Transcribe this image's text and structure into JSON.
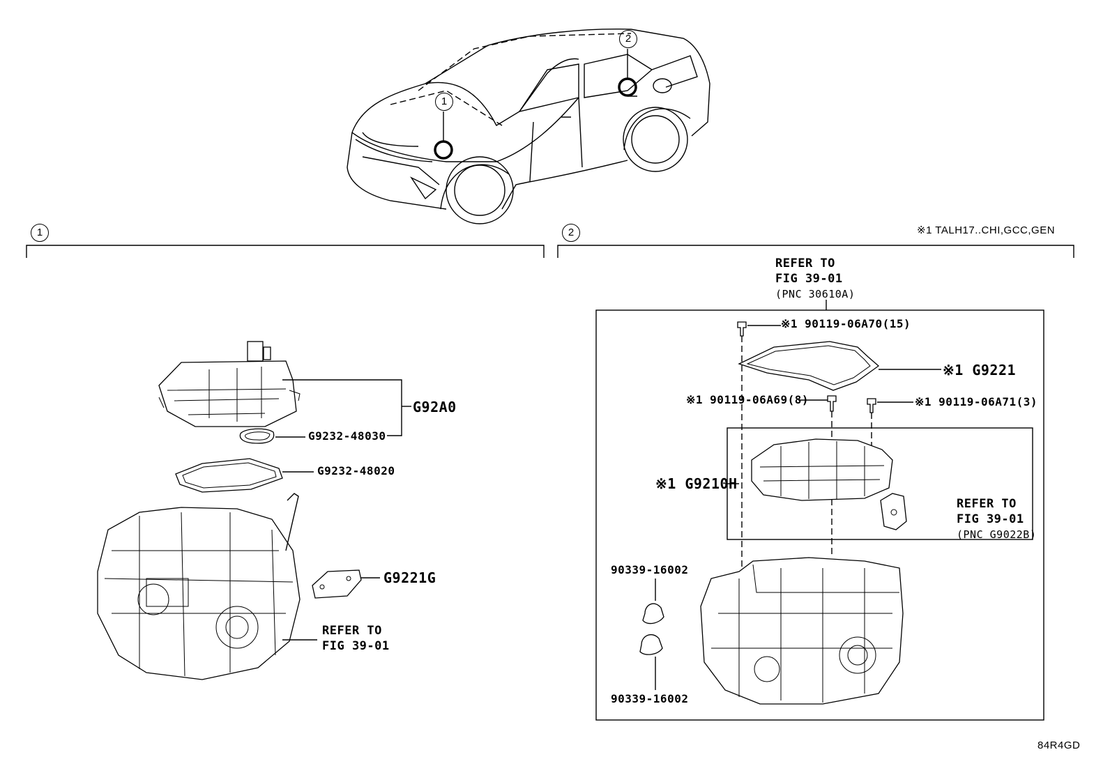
{
  "note": "※1 TALH17..CHI,GCC,GEN",
  "diagram_code": "84R4GD",
  "car": {
    "marker1": "1",
    "marker2": "2"
  },
  "section1": {
    "number": "1",
    "labels": {
      "g92a0": "G92A0",
      "g9232_48030": "G9232-48030",
      "g9232_48020": "G9232-48020",
      "g9221g": "G9221G",
      "refer_line1": "REFER TO",
      "refer_line2": "FIG 39-01"
    }
  },
  "section2": {
    "number": "2",
    "refer_top": {
      "line1": "REFER TO",
      "line2": "FIG 39-01",
      "line3": "(PNC 30610A)"
    },
    "labels": {
      "bolt_a70": "※1 90119-06A70(15)",
      "g9221": "※1 G9221",
      "bolt_a69": "※1 90119-06A69(8)",
      "bolt_a71": "※1 90119-06A71(3)",
      "g9210h": "※1 G9210H",
      "plug_top": "90339-16002",
      "plug_bottom": "90339-16002"
    },
    "refer_right": {
      "line1": "REFER TO",
      "line2": "FIG 39-01",
      "line3": "(PNC G9022B)"
    }
  }
}
